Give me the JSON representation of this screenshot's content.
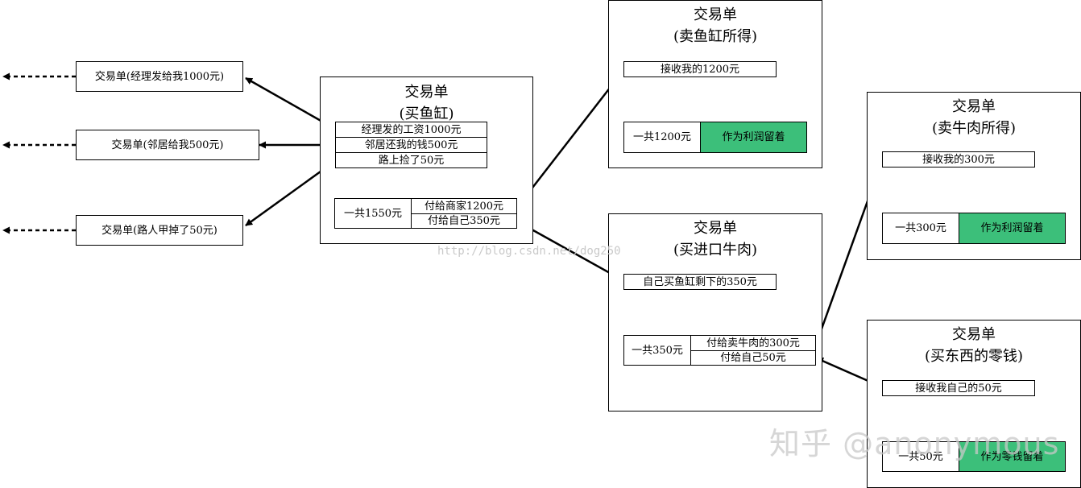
{
  "left_slips": [
    {
      "label": "交易单(经理发给我1000元)"
    },
    {
      "label": "交易单(邻居给我500元)"
    },
    {
      "label": "交易单(路人甲掉了50元)"
    }
  ],
  "center_slip": {
    "title_line1": "交易单",
    "title_line2": "(买鱼缸)",
    "inputs": [
      "经理发的工资1000元",
      "邻居还我的钱500元",
      "路上捡了50元"
    ],
    "total": "一共1550元",
    "outputs": [
      "付给商家1200元",
      "付给自己350元"
    ]
  },
  "sell_fish_tank_slip": {
    "title_line1": "交易单",
    "title_line2": "(卖鱼缸所得)",
    "input": "接收我的1200元",
    "total": "一共1200元",
    "output": "作为利润留着"
  },
  "buy_beef_slip": {
    "title_line1": "交易单",
    "title_line2": "(买进口牛肉)",
    "input": "自己买鱼缸剩下的350元",
    "total": "一共350元",
    "outputs": [
      "付给卖牛肉的300元",
      "付给自己50元"
    ]
  },
  "sell_beef_slip": {
    "title_line1": "交易单",
    "title_line2": "(卖牛肉所得)",
    "input": "接收我的300元",
    "total": "一共300元",
    "output": "作为利润留着"
  },
  "change_slip": {
    "title_line1": "交易单",
    "title_line2": "(买东西的零钱)",
    "input": "接收我自己的50元",
    "total": "一共50元",
    "output": "作为零钱留着"
  },
  "watermark": "http://blog.csdn.net/dog250",
  "brand_watermark": "知乎 @anonymous",
  "colors": {
    "highlight": "#3cbf7a",
    "line": "#000000"
  }
}
